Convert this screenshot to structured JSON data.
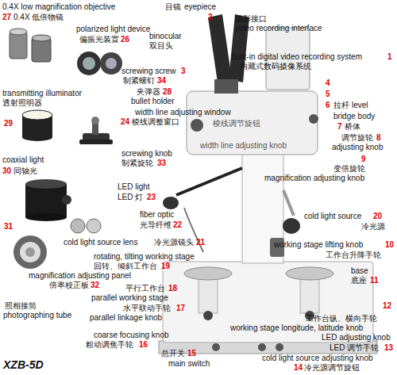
{
  "diagram": {
    "labels": [
      "0.4X low magnification objective",
      "27",
      "0.4X 低倍物镜",
      "目镜",
      "eyepiece",
      "2",
      "摄影接口",
      "video recording interface",
      "polarized light device",
      "偏振光装置",
      "26",
      "binocular",
      "双目头",
      "built-in digital video recording system",
      "1",
      "内藏式数码摄像系统",
      "screwing screw",
      "3",
      "制紧螺钉",
      "34",
      "夹弹器",
      "28",
      "bullet holder",
      "transmitting illuminator",
      "透射照明器",
      "4",
      "5",
      "6",
      "拉杆",
      "level",
      "width line adjusting window",
      "24",
      "棱线调整窗口",
      "bridge body",
      "7",
      "桥体",
      "调节旋轮",
      "8",
      "adjusting knob",
      "棱线调节旋钮",
      "width line adjusting knob",
      "29",
      "screwing knob",
      "制紧旋轮",
      "33",
      "9",
      "变倍旋轮",
      "magnification adjusting knob",
      "coaxial light",
      "30",
      "同轴光",
      "LED light",
      "LED 灯",
      "23",
      "cold light source",
      "20",
      "冷光源",
      "fiber optic",
      "光导纤维",
      "22",
      "31",
      "cold light source lens",
      "冷光源镜头",
      "21",
      "working stage lifting knob",
      "10",
      "工作台升降手轮",
      "rotating, tilting working stage",
      "回转、倾斜工作台",
      "19",
      "magnification adjusting panel",
      "倍率校正板",
      "32",
      "base",
      "底座",
      "11",
      "平行工作台",
      "18",
      "parallel working stage",
      "照相接筒",
      "photographing tube",
      "12",
      "水平联动手轮",
      "17",
      "parallel linkage knob",
      "工作台纵、横向手轮",
      "working stage longitude, latitude knob",
      "coarse focusing knob",
      "粗动调焦手轮",
      "16",
      "LED adjusting knob",
      "总开关",
      "15",
      "13",
      "LED 调节手轮",
      "XZB-5D",
      "main switch",
      "cold light source adjusting knob",
      "14",
      "冷光源调节旋钮"
    ]
  }
}
